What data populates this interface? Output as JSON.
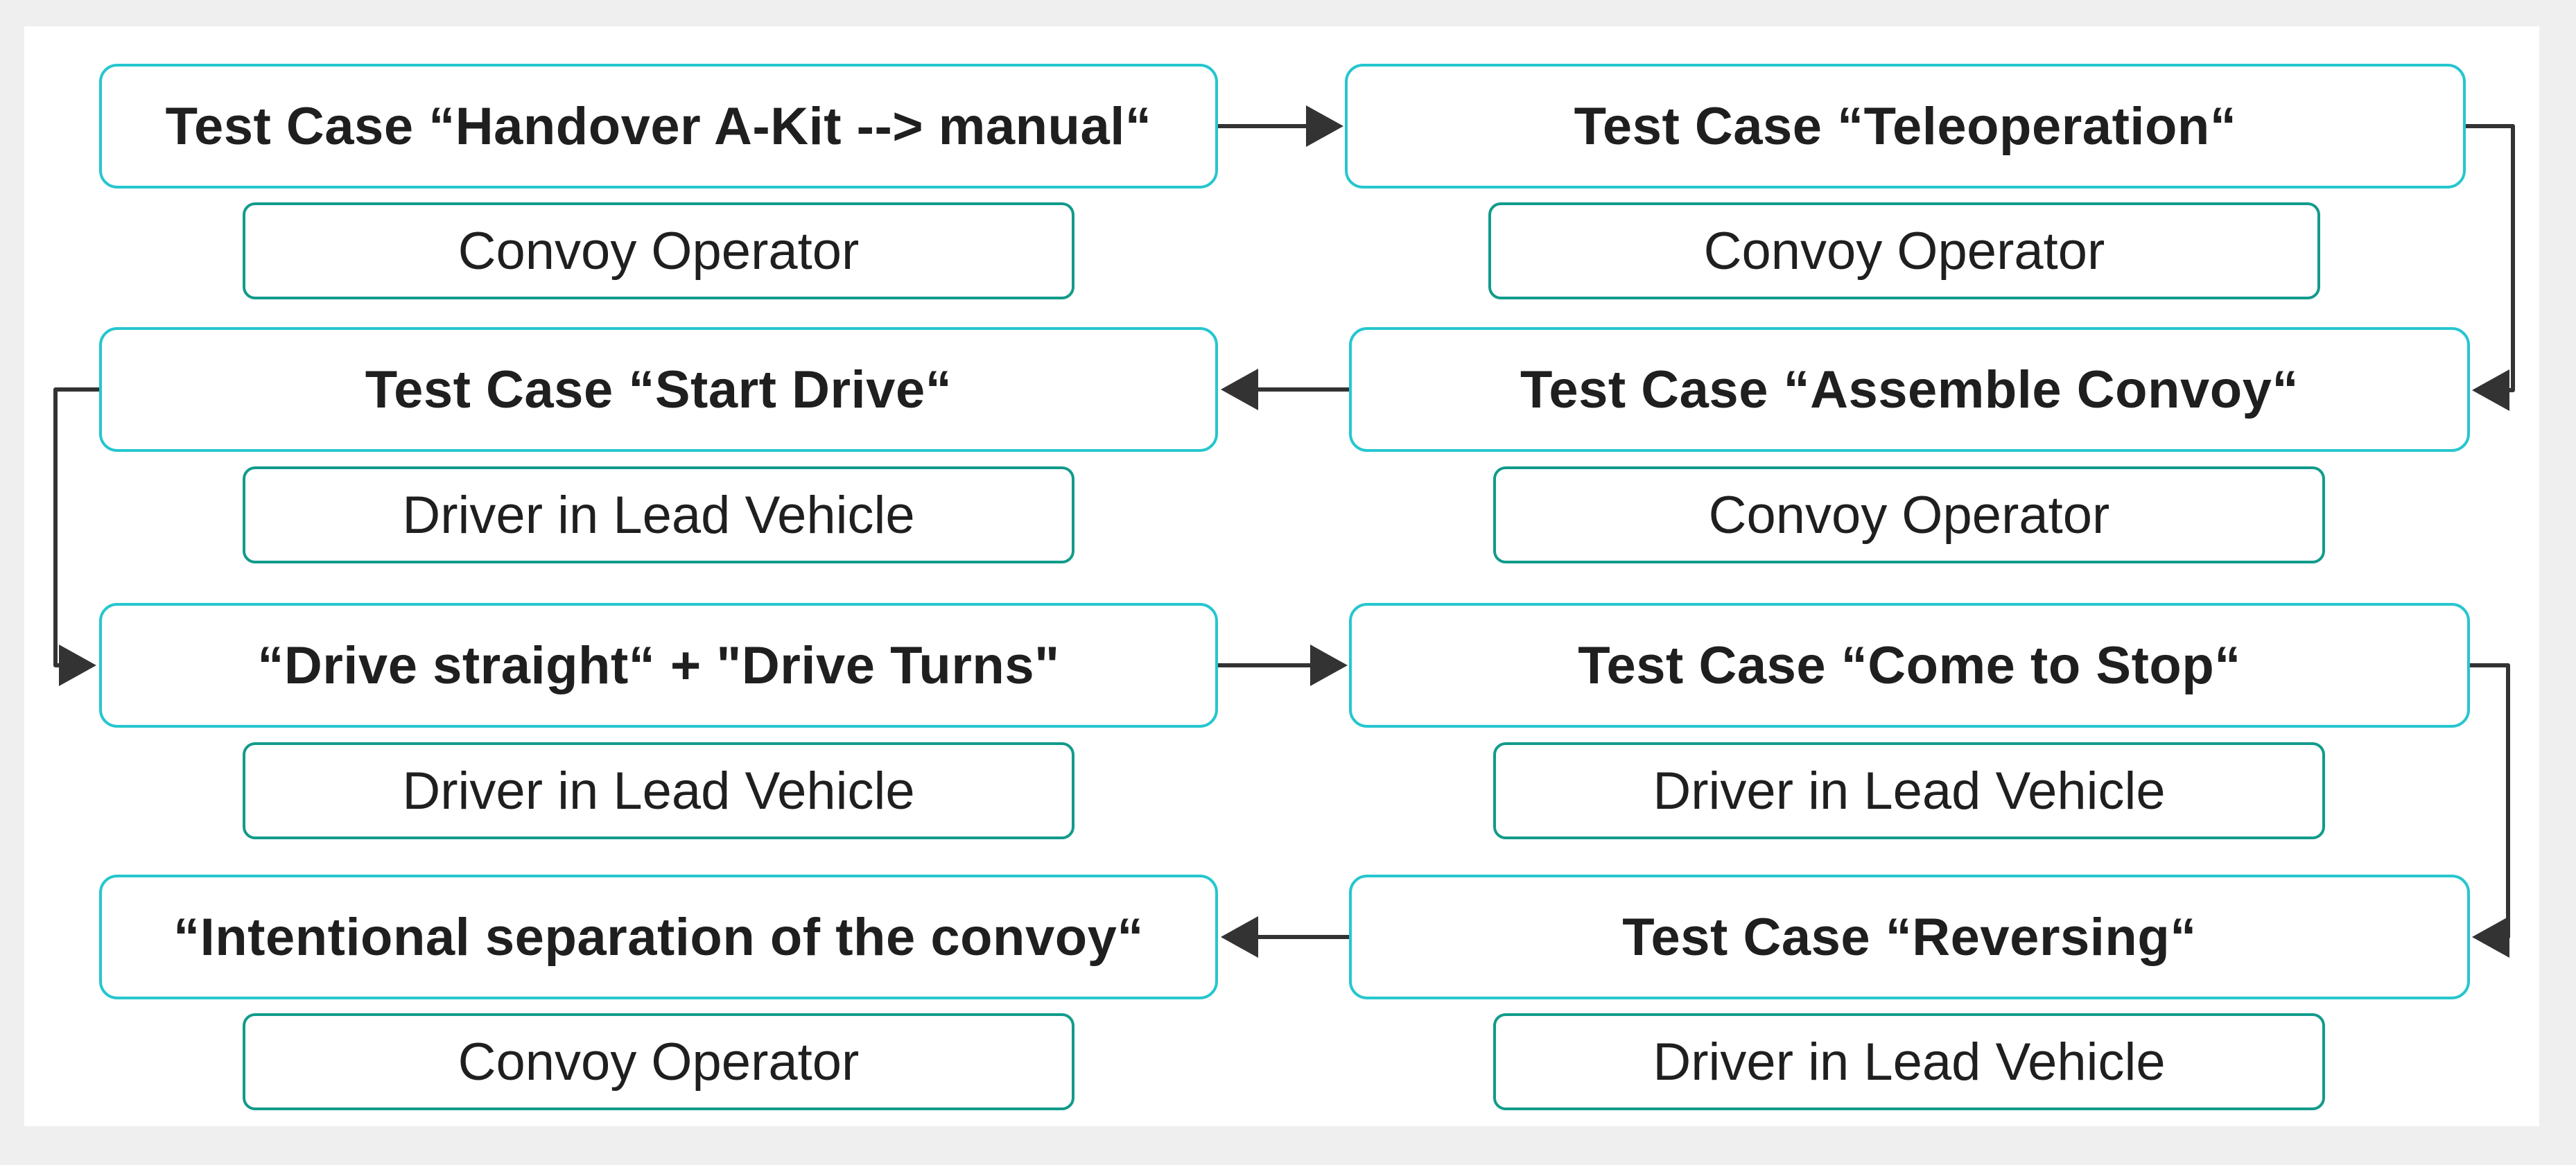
{
  "flow": {
    "steps": [
      {
        "title": "Test Case “Handover A-Kit --> manual“",
        "role": "Convoy Operator"
      },
      {
        "title": "Test Case “Teleoperation“",
        "role": "Convoy Operator"
      },
      {
        "title": "Test Case “Assemble Convoy“",
        "role": "Convoy Operator"
      },
      {
        "title": "Test Case “Start Drive“",
        "role": "Driver in Lead Vehicle"
      },
      {
        "title": "“Drive straight“ + \"Drive Turns\"",
        "role": "Driver in Lead Vehicle"
      },
      {
        "title": "Test Case “Come to Stop“",
        "role": "Driver in Lead Vehicle"
      },
      {
        "title": "Test Case “Reversing“",
        "role": "Driver in Lead Vehicle"
      },
      {
        "title": "“Intentional separation of the convoy“",
        "role": "Convoy Operator"
      }
    ]
  },
  "colors": {
    "test_case_border": "#26c6cf",
    "role_border": "#129b8b",
    "arrow": "#333333"
  }
}
